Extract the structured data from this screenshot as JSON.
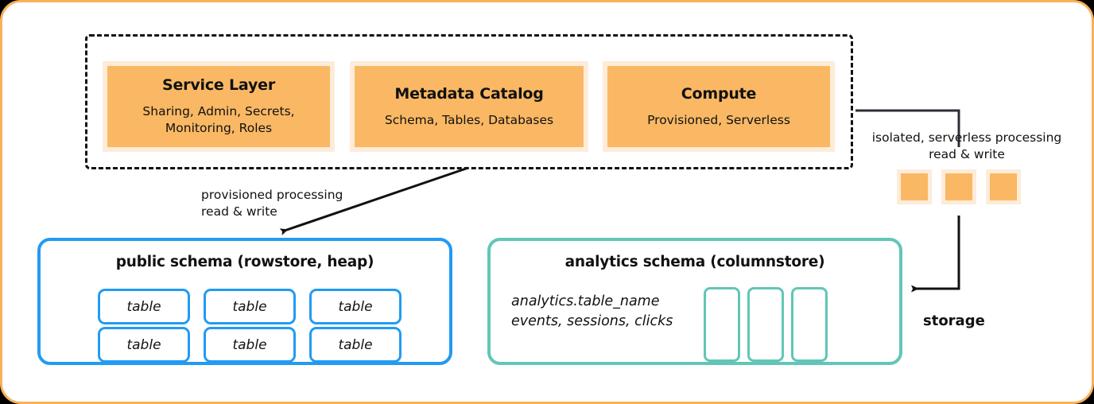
{
  "frame": {
    "accent_color": "#F8B15A",
    "background": "#ffffff"
  },
  "control_plane": {
    "border_style": "dashed",
    "border_color": "#111111",
    "cards": [
      {
        "title": "Service Layer",
        "subtitle": "Sharing, Admin, Secrets,\nMonitoring, Roles",
        "fill": "#FAB864"
      },
      {
        "title": "Metadata Catalog",
        "subtitle": "Schema, Tables, Databases",
        "fill": "#FAB864"
      },
      {
        "title": "Compute",
        "subtitle": "Provisioned, Serverless",
        "fill": "#FAB864"
      }
    ]
  },
  "annotations": {
    "provisioned": "provisioned processing\nread & write",
    "isolated": "isolated, serverless processing\nread & write",
    "storage": "storage"
  },
  "public_schema": {
    "title": "public schema (rowstore, heap)",
    "border_color": "#229BF2",
    "tables": [
      "table",
      "table",
      "table",
      "table",
      "table",
      "table"
    ]
  },
  "analytics_schema": {
    "title": "analytics schema (columnstore)",
    "border_color": "#62C6B6",
    "text": "analytics.table_name\nevents, sessions, clicks",
    "columns": [
      "",
      "",
      ""
    ]
  },
  "serverless_pool": {
    "squares": [
      "",
      "",
      ""
    ],
    "fill": "#FAB864"
  }
}
